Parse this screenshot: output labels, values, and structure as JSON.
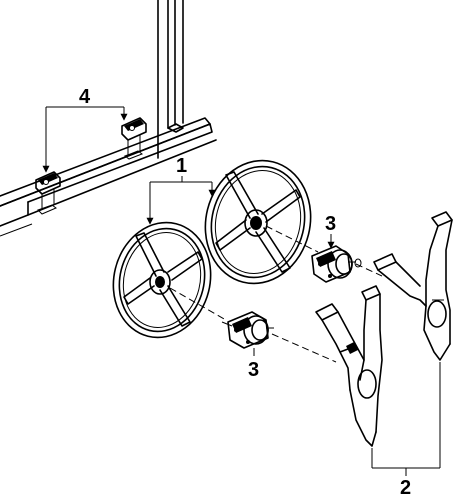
{
  "callouts": {
    "fan_blades": "1",
    "fan_shrouds": "2",
    "fan_motors": "3",
    "mounting_brackets": "4"
  }
}
